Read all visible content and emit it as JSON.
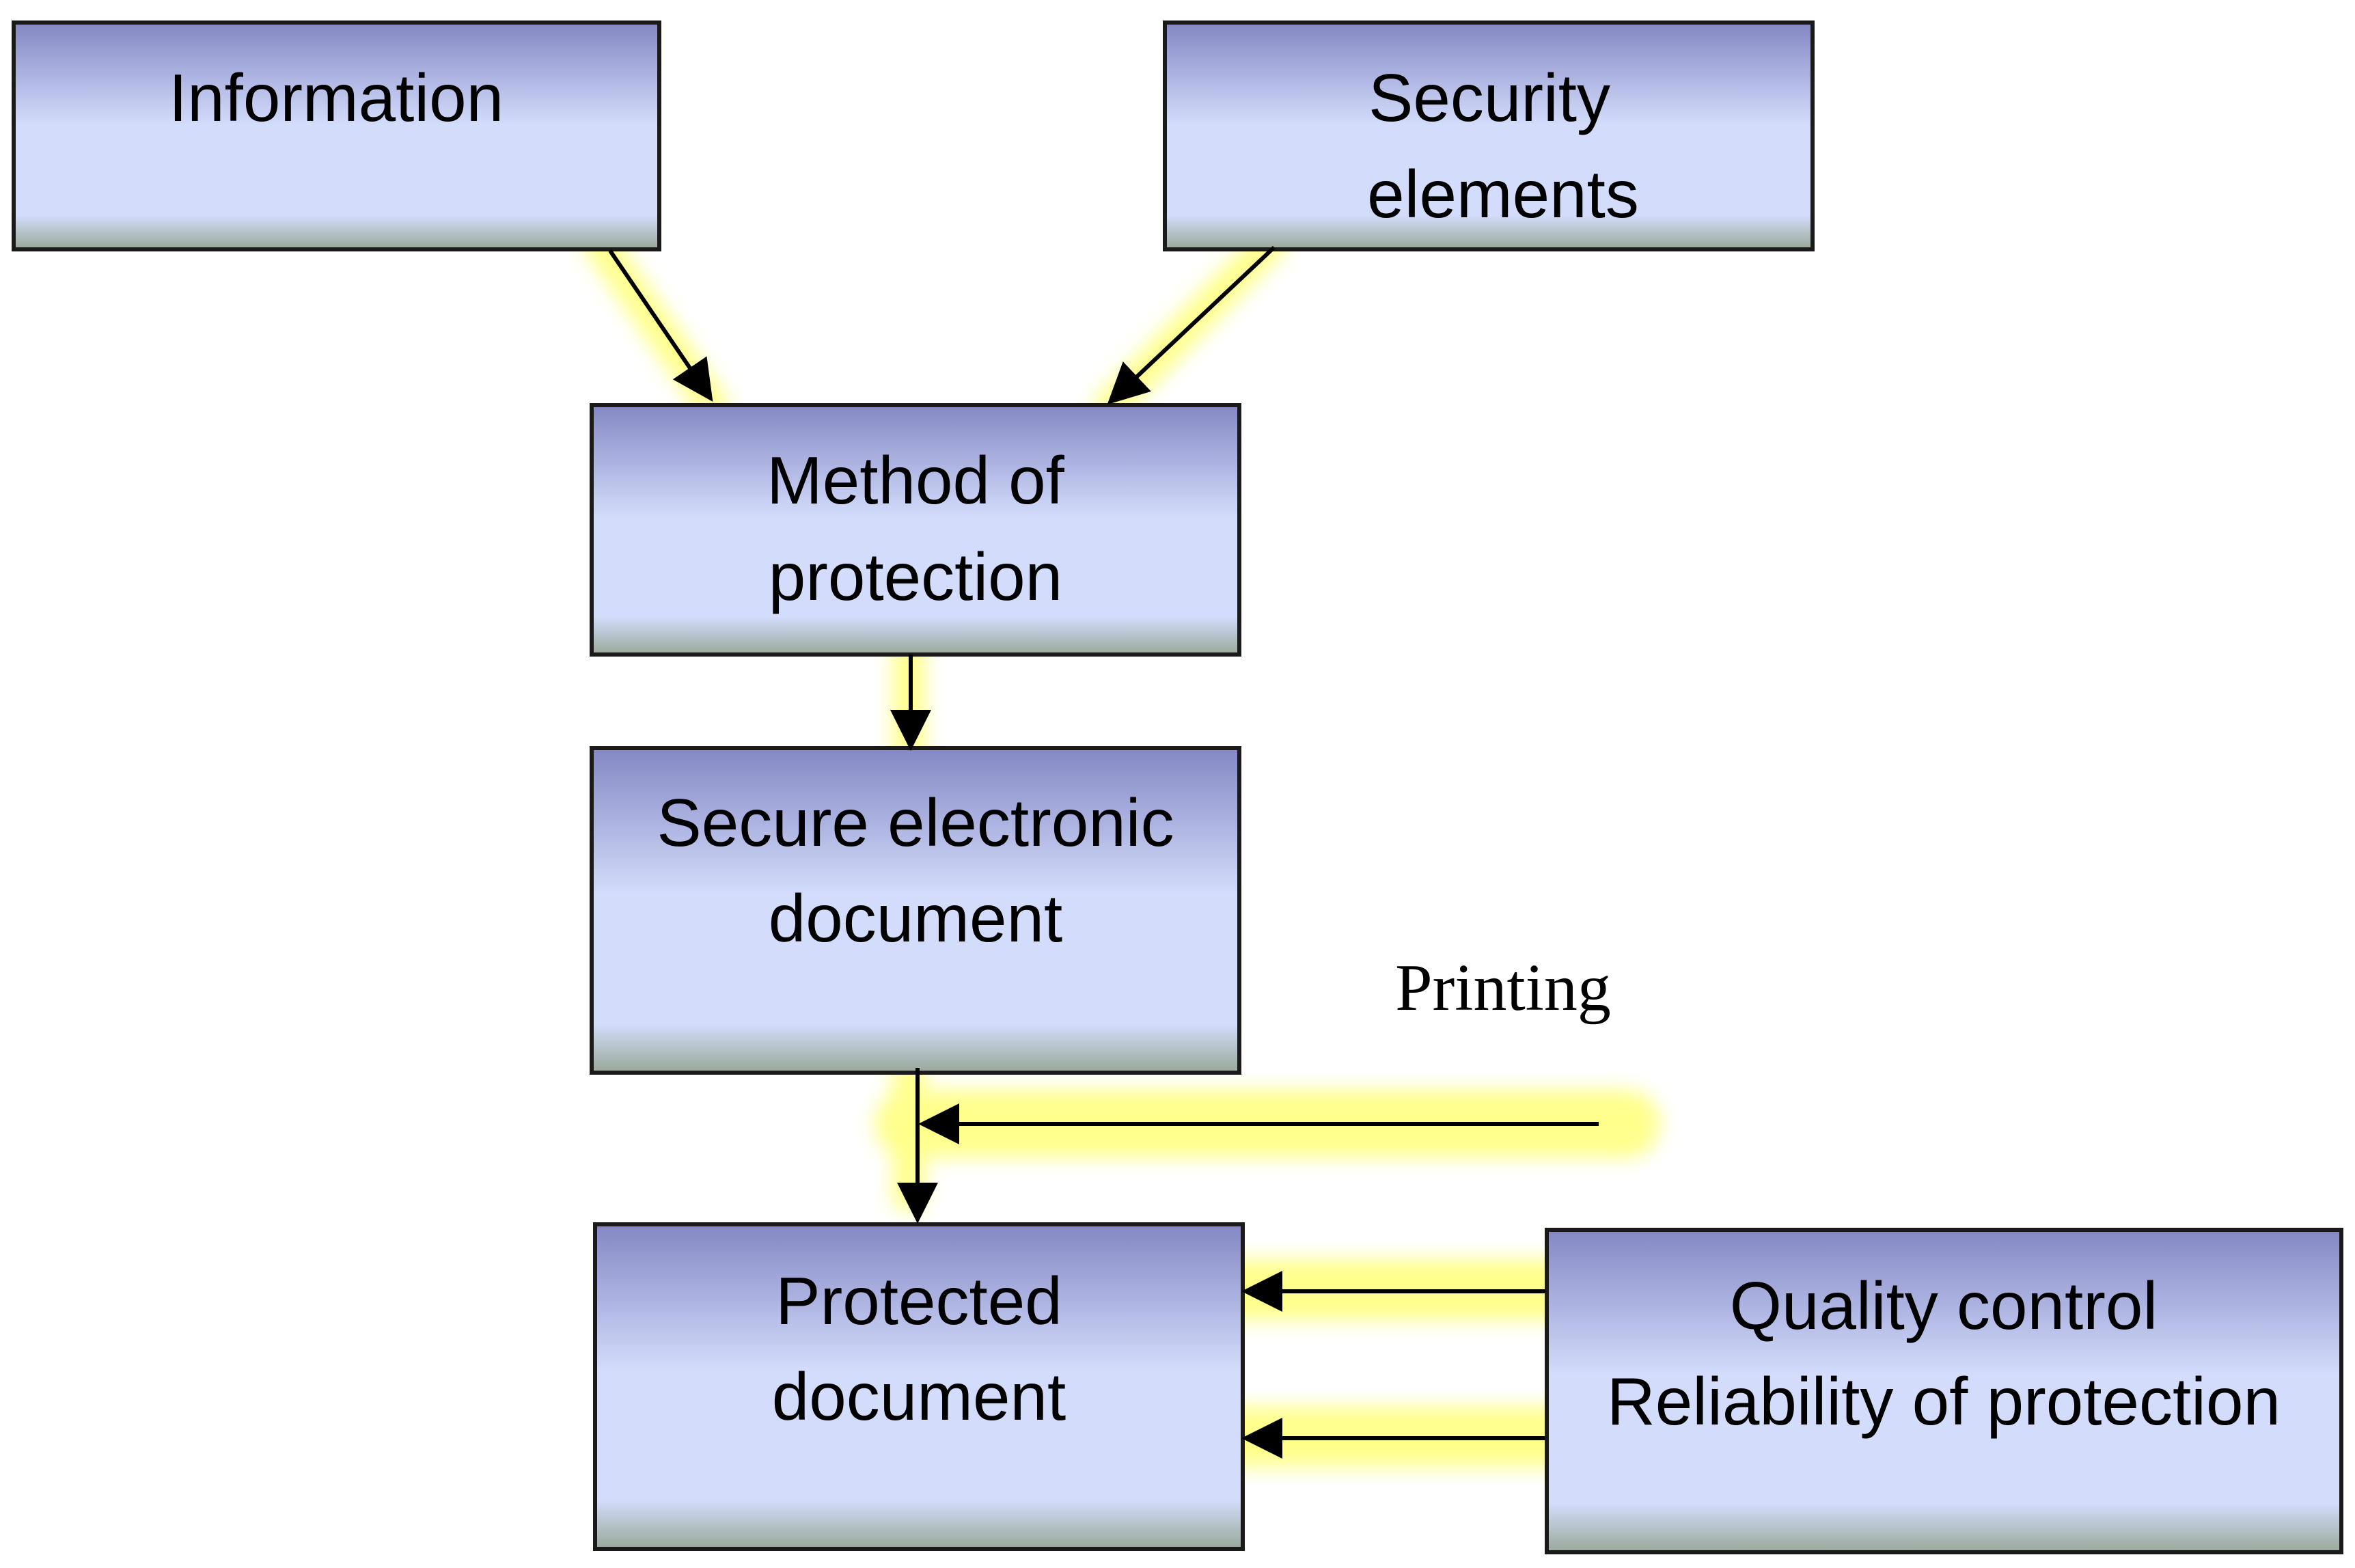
{
  "colors": {
    "box_top": "#8487c4",
    "box_mid": "#d3dcfb",
    "box_bottom": "#99a898",
    "border": "#1a1a1a",
    "arrow": "#000000",
    "glow": "#ffff66"
  },
  "boxes": {
    "information": {
      "lines": [
        "Information"
      ]
    },
    "security_elements": {
      "lines": [
        "Security",
        "elements"
      ]
    },
    "method_of_protection": {
      "lines": [
        "Method of",
        "protection"
      ]
    },
    "secure_electronic_document": {
      "lines": [
        "Secure electronic",
        "document"
      ]
    },
    "protected_document": {
      "lines": [
        "Protected",
        "document"
      ]
    },
    "quality_control": {
      "lines": [
        "Quality control",
        "Reliability of protection"
      ]
    }
  },
  "labels": {
    "printing": "Printing"
  }
}
